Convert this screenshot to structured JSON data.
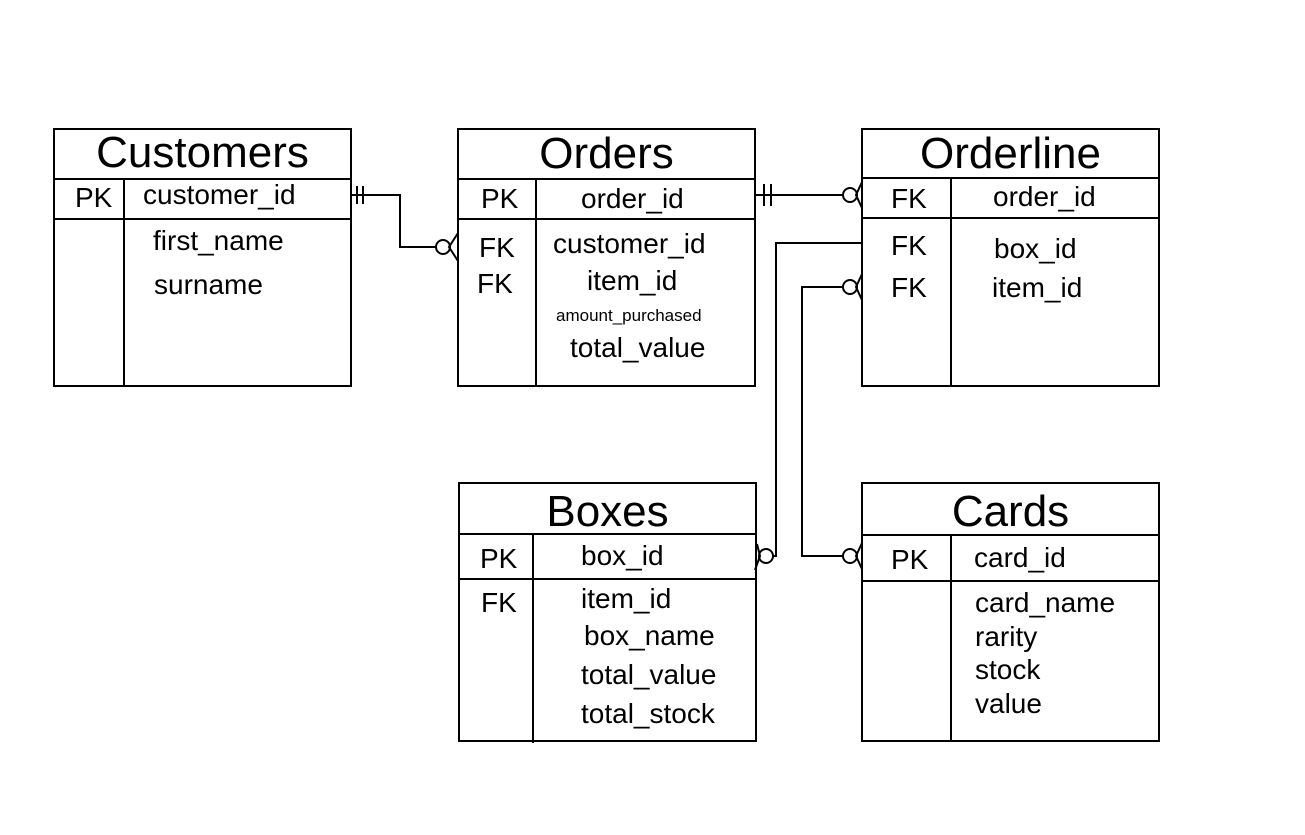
{
  "entities": {
    "customers": {
      "title": "Customers",
      "pk_key": "PK",
      "pk_field": "customer_id",
      "fields": [
        "first_name",
        "surname"
      ]
    },
    "orders": {
      "title": "Orders",
      "pk_key": "PK",
      "pk_field": "order_id",
      "fk_keys": [
        "FK",
        "FK"
      ],
      "fields": [
        "customer_id",
        "item_id",
        "amount_purchased",
        "total_value"
      ]
    },
    "orderline": {
      "title": "Orderline",
      "pk_key": "FK",
      "pk_field": "order_id",
      "fk_keys": [
        "FK",
        "FK"
      ],
      "fields": [
        "box_id",
        "item_id"
      ]
    },
    "boxes": {
      "title": "Boxes",
      "pk_key": "PK",
      "pk_field": "box_id",
      "fk_keys": [
        "FK"
      ],
      "fields": [
        "item_id",
        "box_name",
        "total_value",
        "total_stock"
      ]
    },
    "cards": {
      "title": "Cards",
      "pk_key": "PK",
      "pk_field": "card_id",
      "fields": [
        "card_name",
        "rarity",
        "stock",
        "value"
      ]
    }
  },
  "relationships": [
    {
      "from": "customers.customer_id",
      "to": "orders.customer_id",
      "from_end": "one-and-only-one",
      "to_end": "zero-or-many"
    },
    {
      "from": "orders.order_id",
      "to": "orderline.order_id",
      "from_end": "one-and-only-one",
      "to_end": "zero-or-many"
    },
    {
      "from": "orderline.box_id",
      "to": "boxes.box_id",
      "from_end": "none",
      "to_end": "zero-or-many"
    },
    {
      "from": "orderline.item_id",
      "to": "cards.card_id",
      "from_end": "zero-or-many",
      "to_end": "zero-or-many"
    }
  ]
}
